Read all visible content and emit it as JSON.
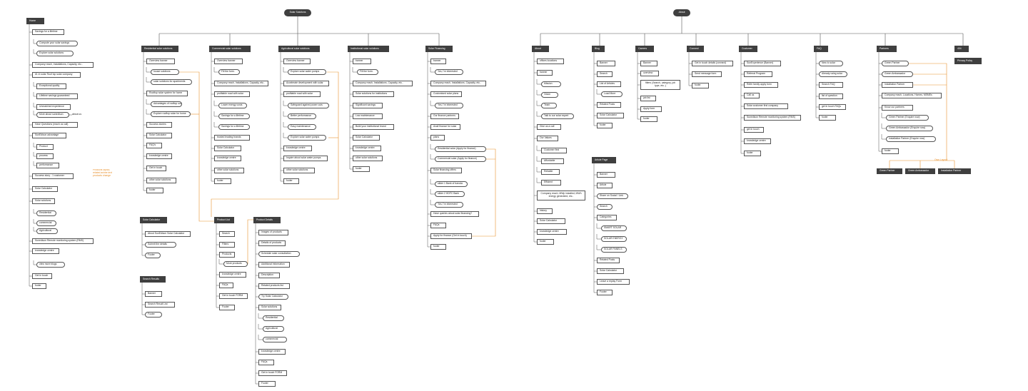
{
  "colors": {
    "header": "#3f3f3f",
    "line": "#555555",
    "accent": "#e8912e",
    "box_border": "#555555"
  },
  "roots": {
    "solar_solutions": "Solar Solutions",
    "about": "About"
  },
  "home": {
    "header": "Home",
    "items": [
      "Savings for a lifetime",
      "Compute your solar savings",
      "Explore solar solutions",
      "Company reach, installations, Capacity, etc..",
      "#1 in solar Roof top solar company",
      "Exceptional quality",
      "Lifetime savings guaranteed",
      "Unmatched experience",
      "More about sunedison",
      "about us",
      "Have Questions (reach us call)",
      "SunEdison advantage",
      "Product",
      "process",
      "performance",
      "Success story - 1 customer",
      "Solar Calculator",
      "Solar solutions",
      "Residential",
      "commercial",
      "Agricultural",
      "Sunedison Remote monitoring system (RMS)",
      "knowledge centre",
      "view more blogs",
      "Get in touch",
      "footer"
    ],
    "note": "Products layout, related anime text products change"
  },
  "residential": {
    "header": "Residential solar solutions",
    "items": [
      "Overview banner",
      "house solutions",
      "solar solutions for apartments",
      "Rooftop solar system for home",
      "Advantages of rooftop solar",
      "Explore rooftop solar for home",
      "Success stories",
      "Solar Calculator",
      "FAQ's",
      "knowledge centre",
      "Get in touch",
      "other solar solutions",
      "footer"
    ]
  },
  "commercial": {
    "header": "Commercial solar solutions",
    "items": [
      "Overview banner",
      "Fill the form.",
      "Company reach, Installations, Capacity, etc..",
      "profitable road with solar",
      "Lower energy costs",
      "Savings for a lifetime",
      "Savings for a lifetime",
      "trusted leading brands",
      "Solar Calculator",
      "knowledge centre",
      "other solar solutions",
      "footer"
    ]
  },
  "agricultural": {
    "header": "Agricultural solar solutions",
    "items": [
      "Overview banner",
      "Explore solar water pumps",
      "Accelerate development with solar",
      "profitable road with solar",
      "Safeguard against power cuts",
      "Better performance",
      "Easy maintenance",
      "Explore solar water pumps",
      "knowledge centre",
      "Inquire about solar water pumps",
      "other solar solutions",
      "footer"
    ]
  },
  "institutional": {
    "header": "Institutional solar solutions",
    "items": [
      "banner",
      "Fill the form.",
      "Company reach, Installations, Capacity, etc..",
      "Solar solutions for institutions",
      "Significant savings",
      "Low maintenance",
      "Build your institutional brand",
      "Solar Calculator",
      "knowledge centre",
      "other solar solutions",
      "footer"
    ]
  },
  "financing": {
    "header": "Solar Financing",
    "items": [
      "banner",
      "Yes, I'm interested",
      "Company reach, Installations, Capacity, etc..",
      "Customised solar plans",
      "Yes, I'm interested",
      "Our finance partners",
      "Avail finance for solar",
      "plans",
      "Residential solar (Apply for finance)",
      "Commercial solar (Apply for finance)",
      "Solar financing offers",
      "slider 1 Bank of baroda",
      "slider 2 HDFC Bank",
      "Yes, I'm interested",
      "Have queries about solar financing?",
      "FAQs",
      "Apply for finance (Get in touch)",
      "footer"
    ]
  },
  "solar_calculator": {
    "header": "Solar Calculator",
    "items": [
      "About SunEdison Solar Calculator",
      "Submit the details",
      "Footer"
    ]
  },
  "search_results": {
    "header": "Search Results",
    "items": [
      "Banner",
      "Search Result List",
      "Footer"
    ]
  },
  "product_list": {
    "header": "Product List",
    "items": [
      "Search",
      "Filters",
      "Products",
      "More products",
      "knowledge centre",
      "FAQs",
      "Get in touch FORM",
      "Footer"
    ]
  },
  "product_details": {
    "header": "Product Details",
    "items": [
      "Images of products",
      "Details of products",
      "Schedule solar consultation",
      "Additional information",
      "Description",
      "Related products list",
      "Try Solar Calculator",
      "Solar solutions",
      "Residential",
      "Agricultural",
      "commercial",
      "knowledge centre",
      "FAQs",
      "Get in touch FORM",
      "Footer"
    ]
  },
  "about": {
    "header": "About",
    "items": [
      "offices locations",
      "banner",
      "Mission",
      "Vision",
      "Team",
      "Talk to our solar expert",
      "Give us a call",
      "Our Values",
      "Customer first",
      "Affordable",
      "Reliable",
      "Efficient",
      "Company reach, MWp installed, MWh energy generated, etc..",
      "history",
      "Solar Calculator",
      "knowledge centre",
      "footer"
    ]
  },
  "blog": {
    "header": "Blog",
    "items": [
      "Banner",
      "Search",
      "List of Articles",
      "Load More",
      "Related Posts",
      "Solar Calculator",
      "footer"
    ]
  },
  "article_page": {
    "header": "Article Page",
    "items": [
      "Banner",
      "Article",
      "Share on Social / Link",
      "Search",
      "Categories",
      "SMART SOLAR",
      "SOLAR ENERGY",
      "SOLAR PANELS",
      "Related Posts",
      "Solar Calculator",
      "Leave a replay Form",
      "Footer"
    ]
  },
  "careers": {
    "header": "Careers",
    "items": [
      "Banner",
      "overview",
      "filters (Search, category, job type, etc..)",
      "job list",
      "Apply form",
      "footer"
    ]
  },
  "connect": {
    "header": "Connect",
    "items": [
      "Get in touch details (connect)",
      "Send message form",
      "footer"
    ]
  },
  "customer": {
    "header": "Customer",
    "items": [
      "SunExperience (Banner)",
      "Referral Program",
      "Refer family apply form",
      "Call us",
      "Solar customer first company",
      "Sunedison Remote monitoring system (RMS)",
      "get in touch",
      "knowledge centre",
      "footer"
    ]
  },
  "faq": {
    "header": "FAQ",
    "items": [
      "New to solar",
      "Already using solar",
      "Search FAQ",
      "list of question",
      "get in touch FAQs",
      "footer"
    ]
  },
  "partners": {
    "header": "Partners",
    "items": [
      "Green Partner",
      "Green Ambassador",
      "Installation Partner",
      "Company reach, Locations, Homes, MSMEs",
      "Know our partners",
      "Green Partner (Enquire now)",
      "Green Ambassador (Enquire now)",
      "Installation Partner (Enquire now)",
      "footer"
    ],
    "note": "Own Layout",
    "subpages": [
      "Green Partner",
      "Green Ambassador",
      "Installation Partner"
    ]
  },
  "misc": {
    "page_404": "404",
    "privacy": "Privacy Policy"
  }
}
